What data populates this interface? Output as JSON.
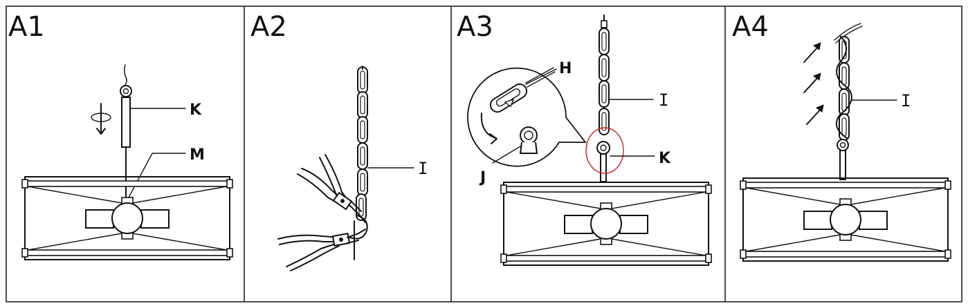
{
  "panels": [
    {
      "title": "A1",
      "labels": {
        "k": "K",
        "m": "M"
      }
    },
    {
      "title": "A2",
      "labels": {
        "i": "I"
      }
    },
    {
      "title": "A3",
      "labels": {
        "h": "H",
        "i": "I",
        "j": "J",
        "k": "K"
      }
    },
    {
      "title": "A4",
      "labels": {
        "i": "I"
      }
    }
  ],
  "colors": {
    "line": "#111111",
    "highlight": "#d0202a",
    "background": "#ffffff"
  },
  "icons": [
    "rotate-arrow-icon",
    "pliers-icon",
    "curved-arrow-icon",
    "up-arrow-icon"
  ]
}
